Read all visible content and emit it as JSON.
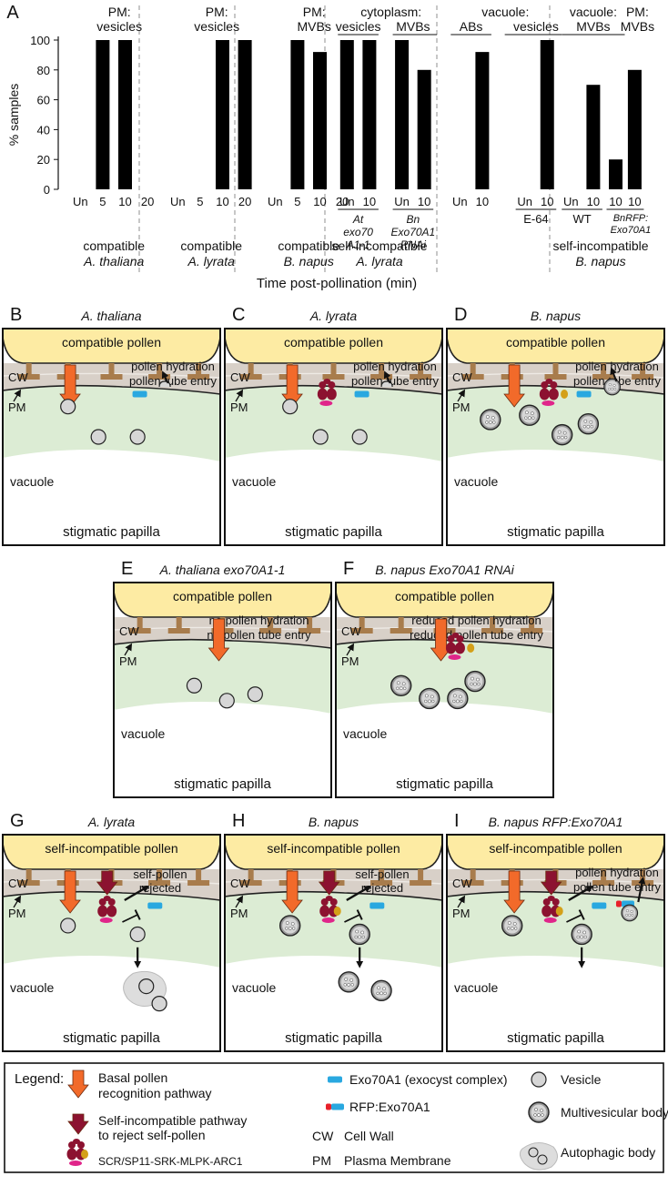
{
  "chart_data": {
    "type": "bar",
    "panel_letter": "A",
    "ylabel": "% samples",
    "xlabel": "Time post-pollination (min)",
    "ylim": [
      0,
      100
    ],
    "yticks": [
      0,
      20,
      40,
      60,
      80,
      100
    ],
    "groups": [
      {
        "header": [
          "PM:",
          "vesicles"
        ],
        "ticks": [
          "Un",
          "5",
          "10",
          "20"
        ],
        "values": [
          0,
          100,
          100,
          0
        ],
        "notes": [],
        "caption": [
          "compatible",
          "A. thaliana"
        ]
      },
      {
        "header": [
          "PM:",
          "vesicles"
        ],
        "ticks": [
          "Un",
          "5",
          "10",
          "20"
        ],
        "values": [
          0,
          0,
          100,
          100
        ],
        "notes": [],
        "caption": [
          "compatible",
          "A. lyrata"
        ]
      },
      {
        "header": [
          "PM:",
          "MVBs"
        ],
        "ticks": [
          "Un",
          "5",
          "10",
          "20"
        ],
        "values": [
          0,
          100,
          92,
          0
        ],
        "notes": [],
        "caption": [
          "compatible",
          "B. napus"
        ]
      },
      {
        "header": [
          "cytoplasm:",
          "vesicles",
          "MVBs"
        ],
        "ticks": [
          "Un",
          "10",
          "Un",
          "10"
        ],
        "values": [
          100,
          100,
          100,
          80
        ],
        "notes": [
          "At",
          "exo70",
          "A1-1",
          "Bn",
          "Exo70A1",
          "RNAi"
        ],
        "caption": [
          "",
          ""
        ]
      },
      {
        "header": [
          "vacuole:",
          "ABs",
          "vesicles"
        ],
        "ticks": [
          "Un",
          "10",
          "Un",
          "10"
        ],
        "values": [
          0,
          92,
          0,
          100
        ],
        "notes": [
          "E-64"
        ],
        "caption": [
          "self-incompatible",
          "A. lyrata"
        ]
      },
      {
        "header": [
          "vacuole:",
          "MVBs",
          "PM:",
          "MVBs"
        ],
        "ticks": [
          "Un",
          "10",
          "10",
          "10"
        ],
        "values": [
          0,
          70,
          20,
          80
        ],
        "notes": [
          "WT",
          "BnRFP:",
          "Exo70A1"
        ],
        "caption": [
          "self-incompatible",
          "B. napus"
        ]
      }
    ]
  },
  "panels": [
    {
      "letter": "B",
      "title": "A. thaliana",
      "pollen": "compatible pollen",
      "note1": "pollen hydration",
      "note2": "pollen tube entry",
      "cw": "CW",
      "pm": "PM",
      "vacuole": "vacuole",
      "papilla": "stigmatic papilla"
    },
    {
      "letter": "C",
      "title": "A. lyrata",
      "pollen": "compatible pollen",
      "note1": "pollen hydration",
      "note2": "pollen tube entry",
      "cw": "CW",
      "pm": "PM",
      "vacuole": "vacuole",
      "papilla": "stigmatic papilla"
    },
    {
      "letter": "D",
      "title": "B. napus",
      "pollen": "compatible pollen",
      "note1": "pollen hydration",
      "note2": "pollen tube entry",
      "cw": "CW",
      "pm": "PM",
      "vacuole": "vacuole",
      "papilla": "stigmatic papilla"
    },
    {
      "letter": "E",
      "title": "A. thaliana exo70A1-1",
      "pollen": "compatible pollen",
      "note1": "no pollen hydration",
      "note2": "no pollen tube entry",
      "cw": "CW",
      "pm": "PM",
      "vacuole": "vacuole",
      "papilla": "stigmatic papilla"
    },
    {
      "letter": "F",
      "title": "B. napus Exo70A1 RNAi",
      "pollen": "compatible pollen",
      "note1": "reduced pollen hydration",
      "note2": "reduced pollen tube entry",
      "cw": "CW",
      "pm": "PM",
      "vacuole": "vacuole",
      "papilla": "stigmatic papilla"
    },
    {
      "letter": "G",
      "title": "A. lyrata",
      "pollen": "self-incompatible pollen",
      "note1": "self-pollen",
      "note2": "rejected",
      "cw": "CW",
      "pm": "PM",
      "vacuole": "vacuole",
      "papilla": "stigmatic papilla"
    },
    {
      "letter": "H",
      "title": "B. napus",
      "pollen": "self-incompatible pollen",
      "note1": "self-pollen",
      "note2": "rejected",
      "cw": "CW",
      "pm": "PM",
      "vacuole": "vacuole",
      "papilla": "stigmatic papilla"
    },
    {
      "letter": "I",
      "title": "B. napus RFP:Exo70A1",
      "pollen": "self-incompatible pollen",
      "note1": "pollen hydration",
      "note2": "pollen tube entry",
      "cw": "CW",
      "pm": "PM",
      "vacuole": "vacuole",
      "papilla": "stigmatic papilla"
    }
  ],
  "legend": {
    "title": "Legend:",
    "basal": [
      "Basal pollen",
      "recognition pathway"
    ],
    "si": [
      "Self-incompatible pathway",
      "to reject self-pollen"
    ],
    "complex": "SCR/SP11-SRK-MLPK-ARC1",
    "exo70": "Exo70A1 (exocyst complex)",
    "rfp": "RFP:Exo70A1",
    "cw_abbr": "CW",
    "cw": "Cell Wall",
    "pm_abbr": "PM",
    "pm": "Plasma Membrane",
    "vesicle": "Vesicle",
    "mvb": "Multivesicular body",
    "ab": "Autophagic body"
  },
  "colors": {
    "pollen": "#fdeba3",
    "cell_wall": "#d8d0c8",
    "cytoplasm": "#dcecd4",
    "vacuole": "#ffffff",
    "basal_arrow": "#f26a2a",
    "si_arrow": "#8c1230",
    "exo70": "#29a8e0",
    "rfp": "#e8202a",
    "arc1": "#e0258a",
    "mlpk": "#d4a018",
    "vesicle": "#d6d6d6",
    "pollen_tube": "#a87c4c"
  }
}
